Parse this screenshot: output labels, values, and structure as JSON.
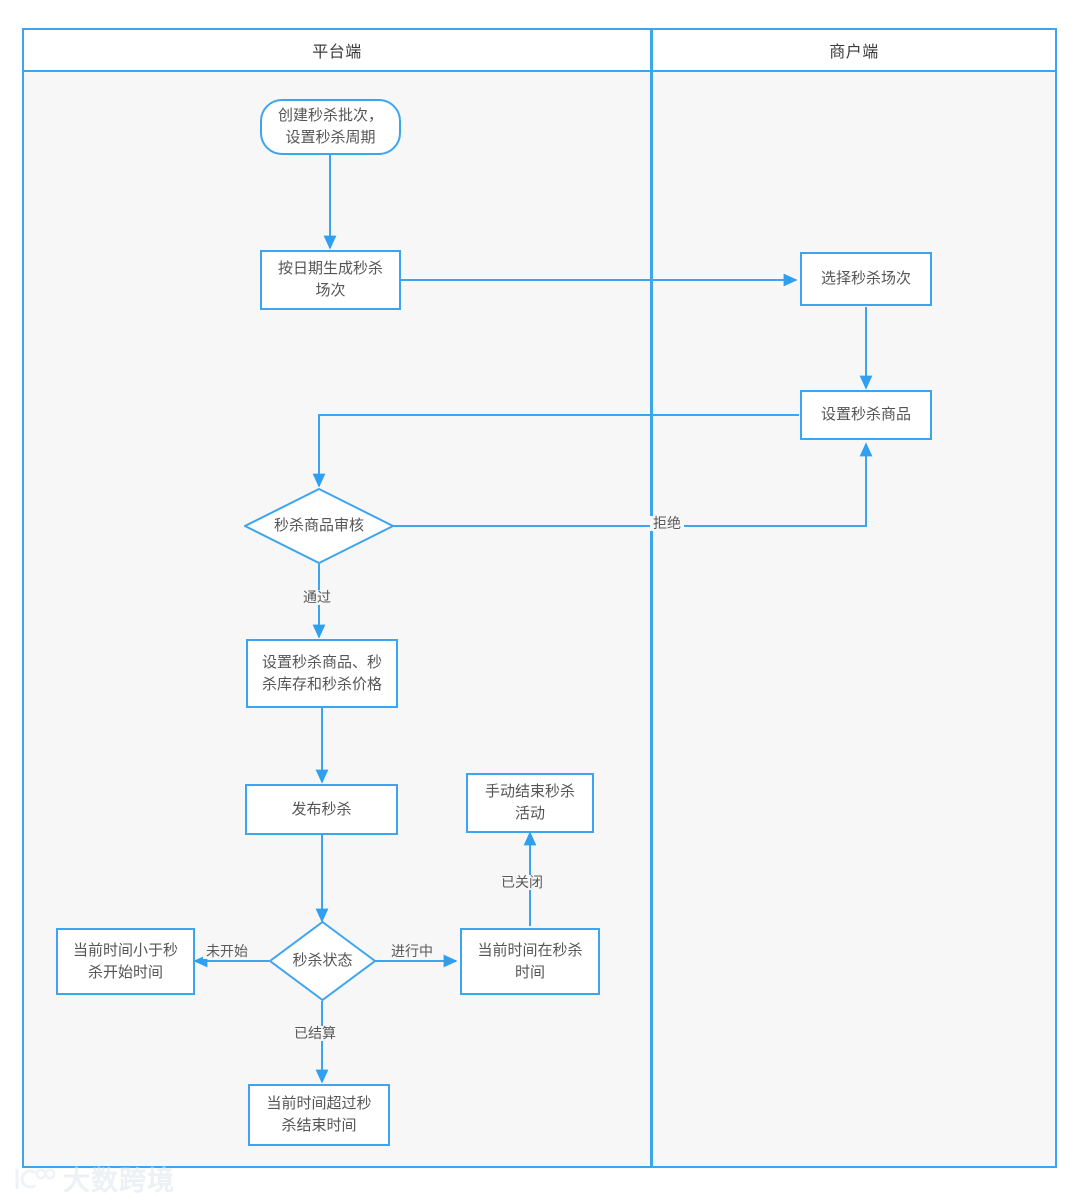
{
  "diagram": {
    "type": "flowchart-swimlane",
    "lanes": [
      {
        "id": "platform",
        "title": "平台端"
      },
      {
        "id": "merchant",
        "title": "商户端"
      }
    ],
    "nodes": [
      {
        "id": "n1",
        "lane": "platform",
        "shape": "rounded",
        "label": "创建秒杀批次，\n设置秒杀周期"
      },
      {
        "id": "n2",
        "lane": "platform",
        "shape": "rect",
        "label": "按日期生成秒杀\n场次"
      },
      {
        "id": "n3",
        "lane": "merchant",
        "shape": "rect",
        "label": "选择秒杀场次"
      },
      {
        "id": "n4",
        "lane": "merchant",
        "shape": "rect",
        "label": "设置秒杀商品"
      },
      {
        "id": "n5",
        "lane": "platform",
        "shape": "diamond",
        "label": "秒杀商品审核"
      },
      {
        "id": "n6",
        "lane": "platform",
        "shape": "rect",
        "label": "设置秒杀商品、秒\n杀库存和秒杀价格"
      },
      {
        "id": "n7",
        "lane": "platform",
        "shape": "rect",
        "label": "发布秒杀"
      },
      {
        "id": "n8",
        "lane": "platform",
        "shape": "diamond",
        "label": "秒杀状态"
      },
      {
        "id": "n9",
        "lane": "platform",
        "shape": "rect",
        "label": "当前时间小于秒\n杀开始时间"
      },
      {
        "id": "n10",
        "lane": "platform",
        "shape": "rect",
        "label": "当前时间在秒杀\n时间"
      },
      {
        "id": "n11",
        "lane": "platform",
        "shape": "rect",
        "label": "手动结束秒杀\n活动"
      },
      {
        "id": "n12",
        "lane": "platform",
        "shape": "rect",
        "label": "当前时间超过秒\n杀结束时间"
      }
    ],
    "edges": [
      {
        "from": "n1",
        "to": "n2",
        "label": ""
      },
      {
        "from": "n2",
        "to": "n3",
        "label": ""
      },
      {
        "from": "n3",
        "to": "n4",
        "label": ""
      },
      {
        "from": "n4",
        "to": "n5",
        "label": ""
      },
      {
        "from": "n5",
        "to": "n4",
        "label": "拒绝"
      },
      {
        "from": "n5",
        "to": "n6",
        "label": "通过"
      },
      {
        "from": "n6",
        "to": "n7",
        "label": ""
      },
      {
        "from": "n7",
        "to": "n8",
        "label": ""
      },
      {
        "from": "n8",
        "to": "n9",
        "label": "未开始"
      },
      {
        "from": "n8",
        "to": "n10",
        "label": "进行中"
      },
      {
        "from": "n8",
        "to": "n12",
        "label": "已结算"
      },
      {
        "from": "n10",
        "to": "n11",
        "label": "已关闭"
      }
    ],
    "edge_labels": {
      "reject": "拒绝",
      "pass": "通过",
      "not_started": "未开始",
      "in_progress": "进行中",
      "settled": "已结算",
      "closed": "已关闭"
    },
    "colors": {
      "stroke": "#3da5f0",
      "node_fill": "#ffffff",
      "lane_fill": "#f7f7f7",
      "text": "#555555"
    }
  },
  "watermark": {
    "text": "大数跨境",
    "logo": "circle-logo-icon"
  }
}
